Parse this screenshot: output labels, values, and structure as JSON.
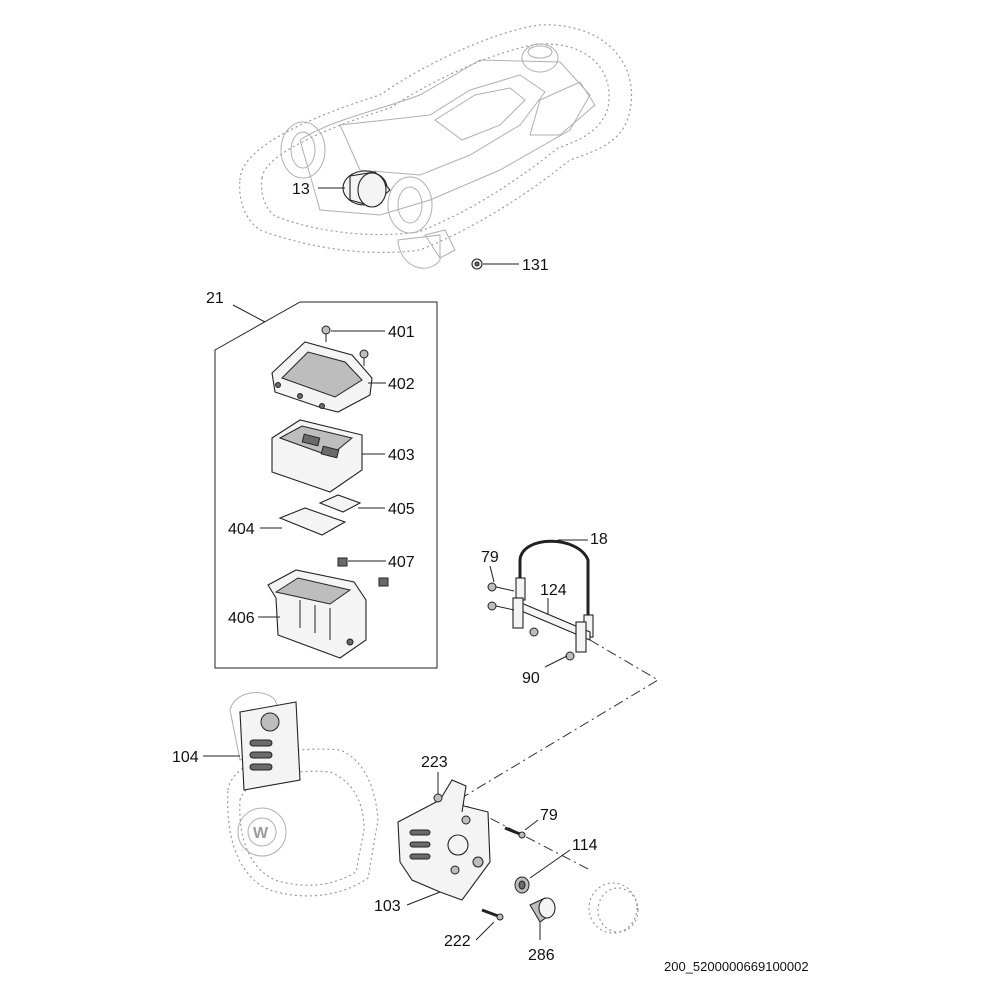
{
  "diagram_id": "200_5200000669100002",
  "callouts": {
    "c13": "13",
    "c131": "131",
    "c21": "21",
    "c401": "401",
    "c402": "402",
    "c403": "403",
    "c404": "404",
    "c405": "405",
    "c406": "406",
    "c407": "407",
    "c18": "18",
    "c79a": "79",
    "c124": "124",
    "c90": "90",
    "c104": "104",
    "c223": "223",
    "c79b": "79",
    "c114": "114",
    "c103": "103",
    "c222": "222",
    "c286": "286"
  },
  "colors": {
    "line": "#222222",
    "ghost": "#9a9a9a",
    "dark_fill": "#6a6a6a"
  }
}
